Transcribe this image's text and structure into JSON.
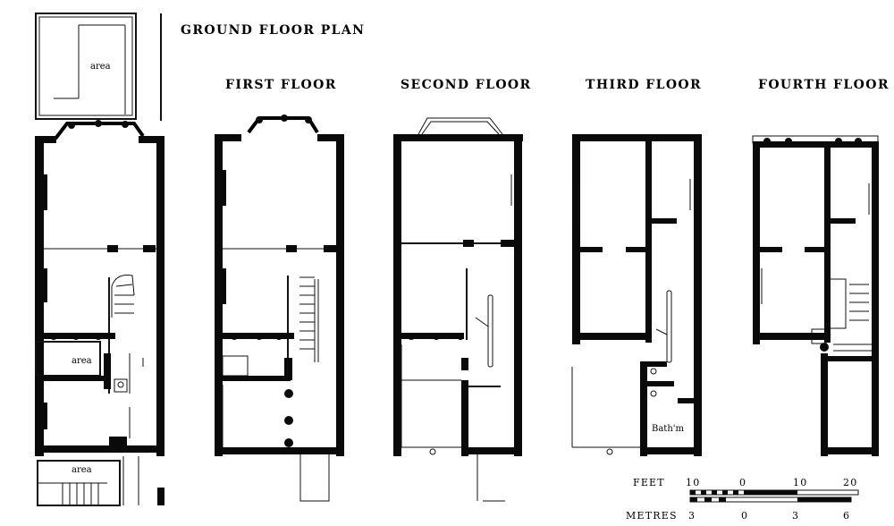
{
  "titles": {
    "ground": "GROUND FLOOR PLAN",
    "first": "FIRST FLOOR",
    "second": "SECOND FLOOR",
    "third": "THIRD FLOOR",
    "fourth": "FOURTH FLOOR"
  },
  "labels": {
    "area": "area",
    "bathroom": "Bath'm"
  },
  "scale": {
    "feet_label": "FEET",
    "metres_label": "METRES",
    "feet_ticks": [
      "10",
      "0",
      "10",
      "20"
    ],
    "metres_ticks": [
      "3",
      "0",
      "3",
      "6"
    ]
  },
  "colors": {
    "ink": "#0a0a0a",
    "paper": "#ffffff"
  }
}
